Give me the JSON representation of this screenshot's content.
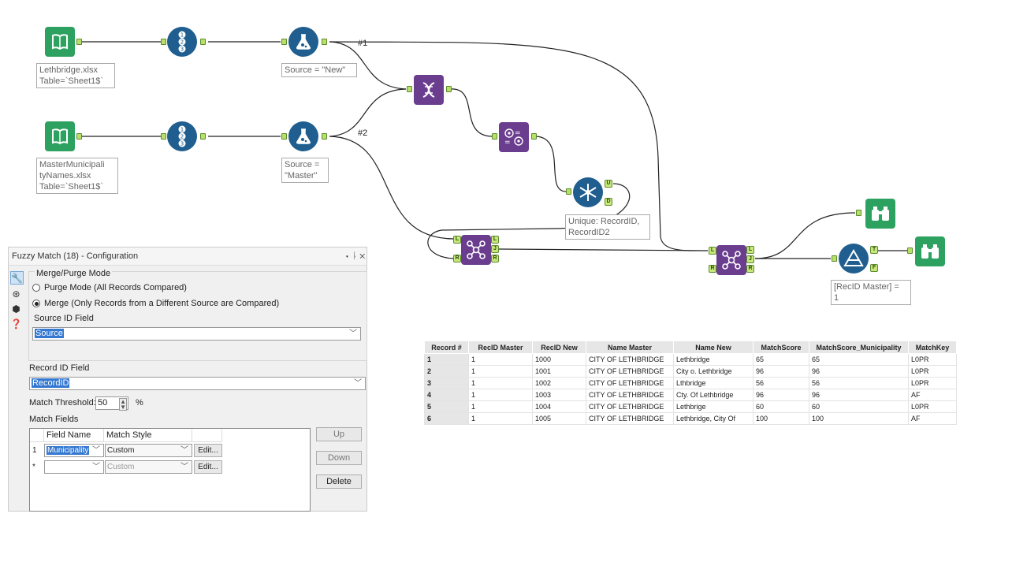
{
  "workflow": {
    "annotations": {
      "input1": "Lethbridge.xlsx\nTable=`Sheet1$`",
      "input2": "MasterMunicipali\ntyNames.xlsx\nTable=`Sheet1$`",
      "formula1": "Source = \"New\"",
      "formula2": "Source =\n\"Master\"",
      "unique": "Unique: RecordID,\nRecordID2",
      "filter": "[RecID Master] =\n1"
    },
    "connection_labels": {
      "c1": "#1",
      "c2": "#2"
    },
    "anchor_letters": {
      "L": "L",
      "J": "J",
      "R": "R",
      "U": "U",
      "D": "D",
      "T": "T",
      "F": "F"
    },
    "colors": {
      "blue": "#1f5e8e",
      "green": "#2da160",
      "purple": "#6a3d8e",
      "anchor": "#b8df6a"
    },
    "icons": [
      "input-data-icon",
      "record-id-icon",
      "formula-icon",
      "fuzzy-match-icon",
      "make-group-icon",
      "unique-icon",
      "join-icon",
      "browse-icon",
      "filter-icon"
    ]
  },
  "config": {
    "title": "Fuzzy Match (18) - Configuration",
    "title_controls": "▾ ᚿ ✕",
    "merge_purge_heading": "Merge/Purge Mode",
    "purge_option": "Purge Mode (All Records Compared)",
    "merge_option": "Merge (Only Records from a Different Source are Compared)",
    "source_id_label": "Source ID Field",
    "source_id_value": "Source",
    "record_id_label": "Record ID Field",
    "record_id_value": "RecordID",
    "threshold_label": "Match Threshold:",
    "threshold_value": "50",
    "threshold_unit": "%",
    "match_fields_label": "Match Fields",
    "grid_headers": {
      "field": "Field Name",
      "style": "Match Style"
    },
    "rows": [
      {
        "num": "1",
        "field": "Municipality",
        "style": "Custom",
        "edit": "Edit..."
      },
      {
        "num": "*",
        "field": "",
        "style": "Custom",
        "edit": "Edit..."
      }
    ],
    "buttons": {
      "up": "Up",
      "down": "Down",
      "delete": "Delete"
    }
  },
  "results": {
    "headers": [
      "Record #",
      "RecID Master",
      "RecID New",
      "Name Master",
      "Name New",
      "MatchScore",
      "MatchScore_Municipality",
      "MatchKey"
    ],
    "rows": [
      [
        "1",
        "1",
        "1000",
        "CITY OF LETHBRIDGE",
        "Lethbridge",
        "65",
        "65",
        "L0PR"
      ],
      [
        "2",
        "1",
        "1001",
        "CITY OF LETHBRIDGE",
        "City o. Lethbridge",
        "96",
        "96",
        "L0PR"
      ],
      [
        "3",
        "1",
        "1002",
        "CITY OF LETHBRIDGE",
        "Lthbridge",
        "56",
        "56",
        "L0PR"
      ],
      [
        "4",
        "1",
        "1003",
        "CITY OF LETHBRIDGE",
        "Cty. Of Lethbridge",
        "96",
        "96",
        "AF"
      ],
      [
        "5",
        "1",
        "1004",
        "CITY OF LETHBRIDGE",
        "Lethbrige",
        "60",
        "60",
        "L0PR"
      ],
      [
        "6",
        "1",
        "1005",
        "CITY OF LETHBRIDGE",
        "Lethbridge, City Of",
        "100",
        "100",
        "AF"
      ]
    ]
  }
}
